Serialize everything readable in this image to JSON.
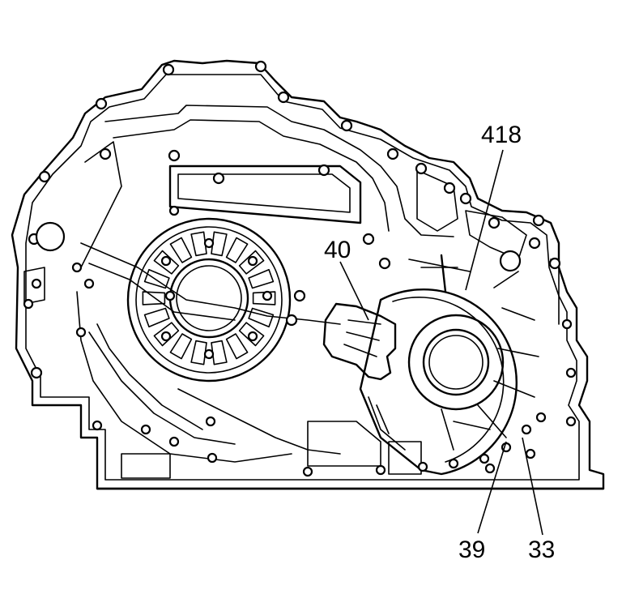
{
  "callouts": {
    "case": "418",
    "plate": "40",
    "bolt_a": "39",
    "bolt_b": "33"
  }
}
